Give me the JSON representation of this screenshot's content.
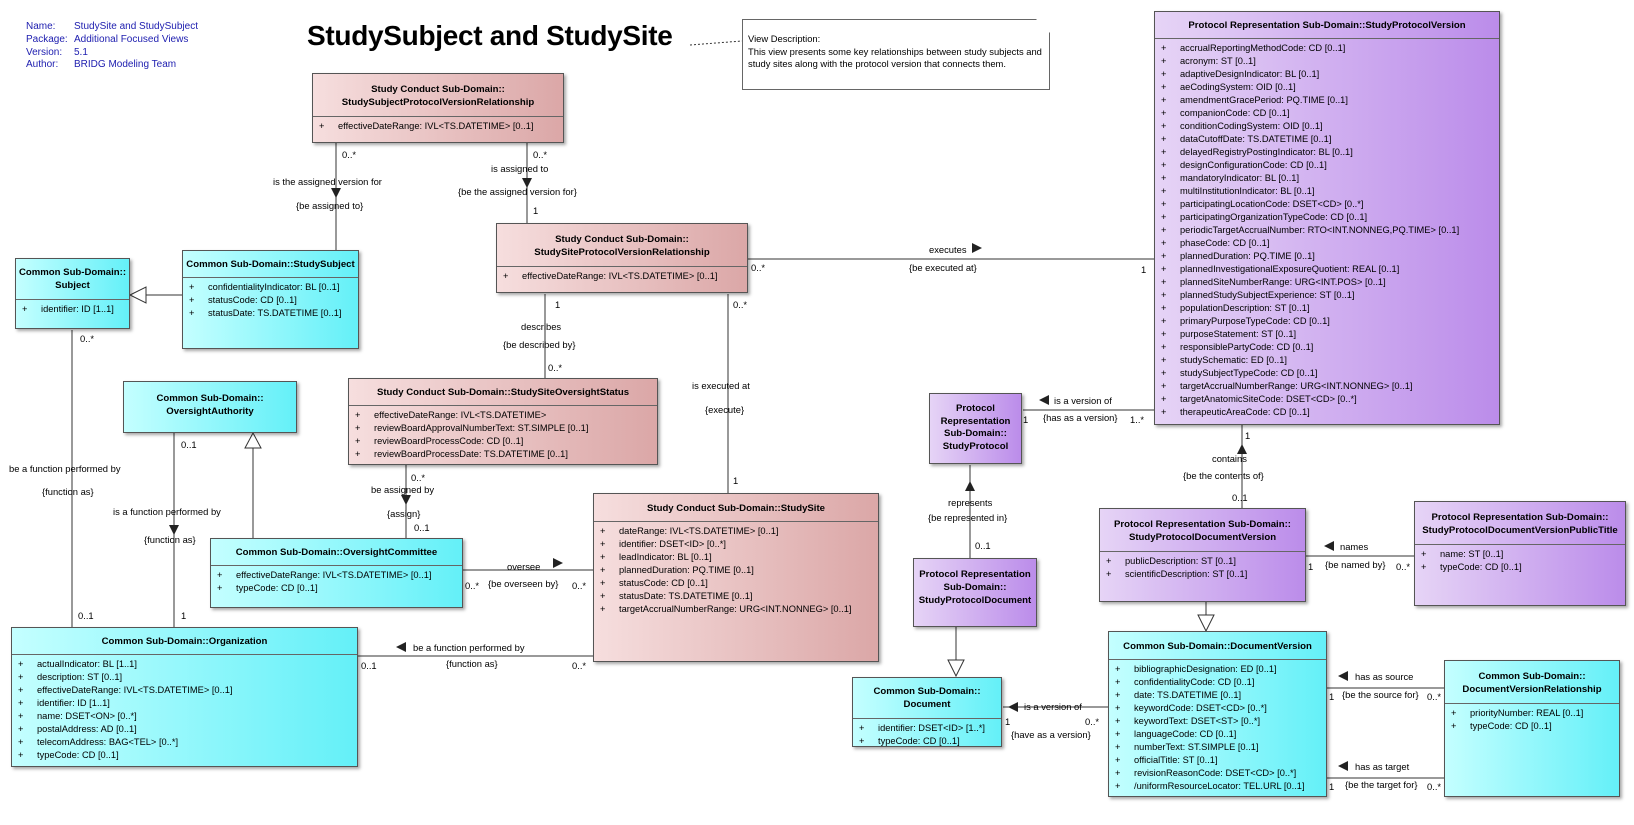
{
  "meta": {
    "name_label": "Name:",
    "name_value": "StudySite and StudySubject",
    "package_label": "Package:",
    "package_value": "Additional Focused Views",
    "version_label": "Version:",
    "version_value": "5.1",
    "author_label": "Author:",
    "author_value": "BRIDG Modeling Team"
  },
  "diagram_title": "StudySubject and StudySite",
  "note": {
    "heading": "View Description:",
    "body": "This view presents some key relationships between study subjects and study sites along with the protocol version that connects them."
  },
  "classes": {
    "sspvr": {
      "title_1": "Study Conduct Sub-Domain::",
      "title_2": "StudySubjectProtocolVersionRelationship",
      "attributes": [
        "effectiveDateRange: IVL<TS.DATETIME> [0..1]"
      ]
    },
    "subject": {
      "title_1": "Common Sub-Domain::",
      "title_2": "Subject",
      "attributes": [
        "identifier: ID [1..1]"
      ]
    },
    "studysubject": {
      "title_1": "Common Sub-Domain::StudySubject",
      "attributes": [
        "confidentialityIndicator: BL [0..1]",
        "statusCode: CD [0..1]",
        "statusDate: TS.DATETIME [0..1]"
      ]
    },
    "sspvr2": {
      "title_1": "Study Conduct Sub-Domain::",
      "title_2": "StudySiteProtocolVersionRelationship",
      "attributes": [
        "effectiveDateRange: IVL<TS.DATETIME> [0..1]"
      ]
    },
    "oversightauthority": {
      "title_1": "Common Sub-Domain::",
      "title_2": "OversightAuthority"
    },
    "oversightstatus": {
      "title_1": "Study Conduct Sub-Domain::StudySiteOversightStatus",
      "attributes": [
        "effectiveDateRange: IVL<TS.DATETIME>",
        "reviewBoardApprovalNumberText: ST.SIMPLE [0..1]",
        "reviewBoardProcessCode: CD [0..1]",
        "reviewBoardProcessDate: TS.DATETIME [0..1]"
      ]
    },
    "oversightcommittee": {
      "title_1": "Common Sub-Domain::OversightCommittee",
      "attributes": [
        "effectiveDateRange: IVL<TS.DATETIME> [0..1]",
        "typeCode: CD [0..1]"
      ]
    },
    "studysite": {
      "title_1": "Study Conduct Sub-Domain::StudySite",
      "attributes": [
        "dateRange: IVL<TS.DATETIME> [0..1]",
        "identifier: DSET<ID> [0..*]",
        "leadIndicator: BL [0..1]",
        "plannedDuration: PQ.TIME [0..1]",
        "statusCode: CD [0..1]",
        "statusDate: TS.DATETIME [0..1]",
        "targetAccrualNumberRange: URG<INT.NONNEG> [0..1]"
      ]
    },
    "organization": {
      "title_1": "Common Sub-Domain::Organization",
      "attributes": [
        "actualIndicator: BL [1..1]",
        "description: ST [0..1]",
        "effectiveDateRange: IVL<TS.DATETIME> [0..1]",
        "identifier: ID [1..1]",
        "name: DSET<ON> [0..*]",
        "postalAddress: AD [0..1]",
        "telecomAddress: BAG<TEL> [0..*]",
        "typeCode: CD [0..1]"
      ]
    },
    "protocolversion": {
      "title_1": "Protocol Representation Sub-Domain::StudyProtocolVersion",
      "attributes": [
        "accrualReportingMethodCode: CD [0..1]",
        "acronym: ST [0..1]",
        "adaptiveDesignIndicator: BL [0..1]",
        "aeCodingSystem: OID [0..1]",
        "amendmentGracePeriod: PQ.TIME [0..1]",
        "companionCode: CD [0..1]",
        "conditionCodingSystem: OID [0..1]",
        "dataCutoffDate: TS.DATETIME [0..1]",
        "delayedRegistryPostingIndicator: BL [0..1]",
        "designConfigurationCode: CD [0..1]",
        "mandatoryIndicator: BL [0..1]",
        "multiInstitutionIndicator: BL [0..1]",
        "participatingLocationCode: DSET<CD> [0..*]",
        "participatingOrganizationTypeCode: CD [0..1]",
        "periodicTargetAccrualNumber: RTO<INT.NONNEG,PQ.TIME> [0..1]",
        "phaseCode: CD [0..1]",
        "plannedDuration: PQ.TIME [0..1]",
        "plannedInvestigationalExposureQuotient: REAL [0..1]",
        "plannedSiteNumberRange: URG<INT.POS> [0..1]",
        "plannedStudySubjectExperience: ST [0..1]",
        "populationDescription: ST [0..1]",
        "primaryPurposeTypeCode: CD [0..1]",
        "purposeStatement: ST [0..1]",
        "responsiblePartyCode: CD [0..1]",
        "studySchematic: ED [0..1]",
        "studySubjectTypeCode: CD [0..1]",
        "targetAccrualNumberRange: URG<INT.NONNEG> [0..1]",
        "targetAnatomicSiteCode: DSET<CD> [0..*]",
        "therapeuticAreaCode: CD [0..1]"
      ]
    },
    "studyprotocol": {
      "title_1": "Protocol",
      "title_2": "Representation",
      "title_3": "Sub-Domain::",
      "title_4": "StudyProtocol"
    },
    "protocoldocument": {
      "title_1": "Protocol Representation",
      "title_2": "Sub-Domain::",
      "title_3": "StudyProtocolDocument"
    },
    "docversion_proto": {
      "title_1": "Protocol Representation Sub-Domain::",
      "title_2": "StudyProtocolDocumentVersion",
      "attributes": [
        "publicDescription: ST [0..1]",
        "scientificDescription: ST [0..1]"
      ]
    },
    "publictitle": {
      "title_1": "Protocol Representation Sub-Domain::",
      "title_2": "StudyProtocolDocumentVersionPublicTitle",
      "attributes": [
        "name: ST [0..1]",
        "typeCode: CD [0..1]"
      ]
    },
    "document": {
      "title_1": "Common Sub-Domain::",
      "title_2": "Document",
      "attributes": [
        "identifier: DSET<ID> [1..*]",
        "typeCode: CD [0..1]"
      ]
    },
    "documentversion": {
      "title_1": "Common Sub-Domain::DocumentVersion",
      "attributes": [
        "bibliographicDesignation: ED [0..1]",
        "confidentialityCode: CD [0..1]",
        "date: TS.DATETIME [0..1]",
        "keywordCode: DSET<CD> [0..*]",
        "keywordText: DSET<ST> [0..*]",
        "languageCode: CD [0..1]",
        "numberText: ST.SIMPLE [0..1]",
        "officialTitle: ST [0..1]",
        "revisionReasonCode: DSET<CD> [0..*]",
        "/uniformResourceLocator: TEL.URL [0..1]"
      ]
    },
    "dvrelationship": {
      "title_1": "Common Sub-Domain::",
      "title_2": "DocumentVersionRelationship",
      "attributes": [
        "priorityNumber: REAL [0..1]",
        "typeCode: CD [0..1]"
      ]
    }
  },
  "labels": {
    "l01": "0..*",
    "l02": "is the assigned version for",
    "l03": "{be assigned to}",
    "l04": "0..*",
    "l05": "is assigned to",
    "l06": "{be the assigned version for}",
    "l07": "1",
    "l08": "0..*",
    "l09": "0..*",
    "l10": "executes",
    "l11": "{be executed at}",
    "l12": "1",
    "l13": "1",
    "l14": "describes",
    "l15": "{be described by}",
    "l16": "0..*",
    "l17": "0..*",
    "l18": "is executed at",
    "l19": "{execute}",
    "l20": "1",
    "l21": "be a function performed by",
    "l22": "{function as}",
    "l23": "0..1",
    "l24": "is a function performed by",
    "l25": "{function as}",
    "l26": "0..*",
    "l27": "be assigned by",
    "l28": "{assign}",
    "l29": "0..1",
    "l30": "oversee",
    "l31": "0..*",
    "l32": "{be overseen by}",
    "l33": "0..*",
    "l34": "0..1",
    "l35": "1",
    "l36": "be a function performed by",
    "l37": "0..1",
    "l38": "{function as}",
    "l39": "0..*",
    "l40": "is a version of",
    "l41": "1",
    "l42": "{has as a version}",
    "l43": "1..*",
    "l44": "1",
    "l45": "contains",
    "l46": "{be the contents of}",
    "l47": "0..1",
    "l48": "represents",
    "l49": "{be represented in}",
    "l50": "0..1",
    "l51": "names",
    "l52": "1",
    "l53": "{be named by}",
    "l54": "0..*",
    "l55": "is a version of",
    "l56": "1",
    "l57": "0..*",
    "l58": "{have as a version}",
    "l59": "has as source",
    "l60": "1",
    "l61": "{be the source for}",
    "l62": "0..*",
    "l63": "has as target",
    "l64": "1",
    "l65": "{be the target for}",
    "l66": "0..*"
  },
  "colors": {
    "pink": "#dba7a7",
    "cyan": "#64f0f8",
    "purple": "#bb8cea",
    "meta_text": "#2020b0"
  }
}
